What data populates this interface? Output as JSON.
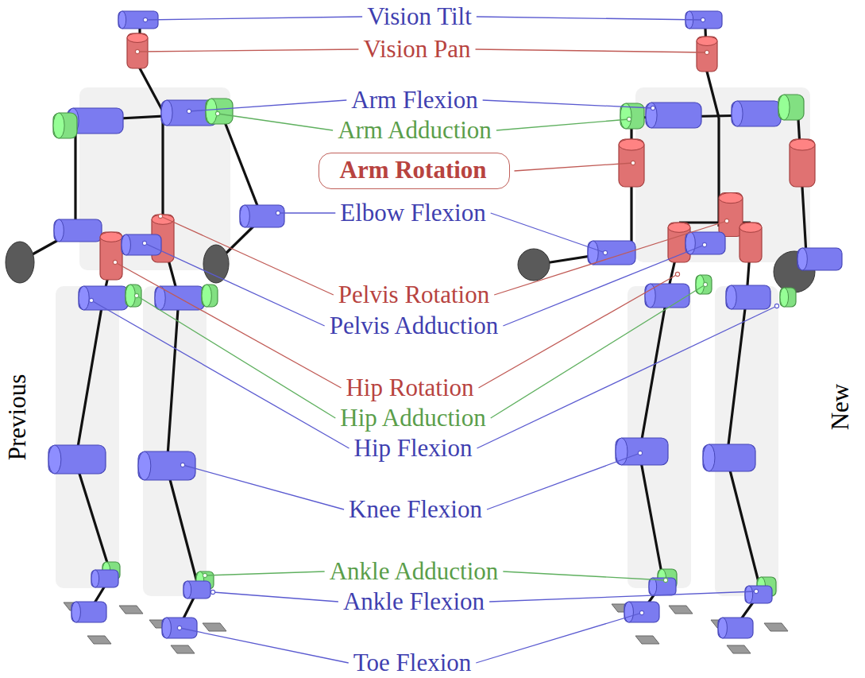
{
  "diagram": {
    "nodes": [
      {
        "text": [
          "Arm Rotation"
        ]
      }
    ],
    "labels": [
      "Vision Tilt",
      "Vision Pan",
      "Arm Flexion",
      "Arm Adduction",
      "Elbow Flexion",
      "Pelvis Rotation",
      "Pelvis Adduction",
      "Hip Rotation",
      "Hip Adduction",
      "Hip Flexion",
      "Knee Flexion",
      "Ankle Adduction",
      "Ankle Flexion",
      "Toe Flexion",
      "Previous",
      "New"
    ]
  }
}
